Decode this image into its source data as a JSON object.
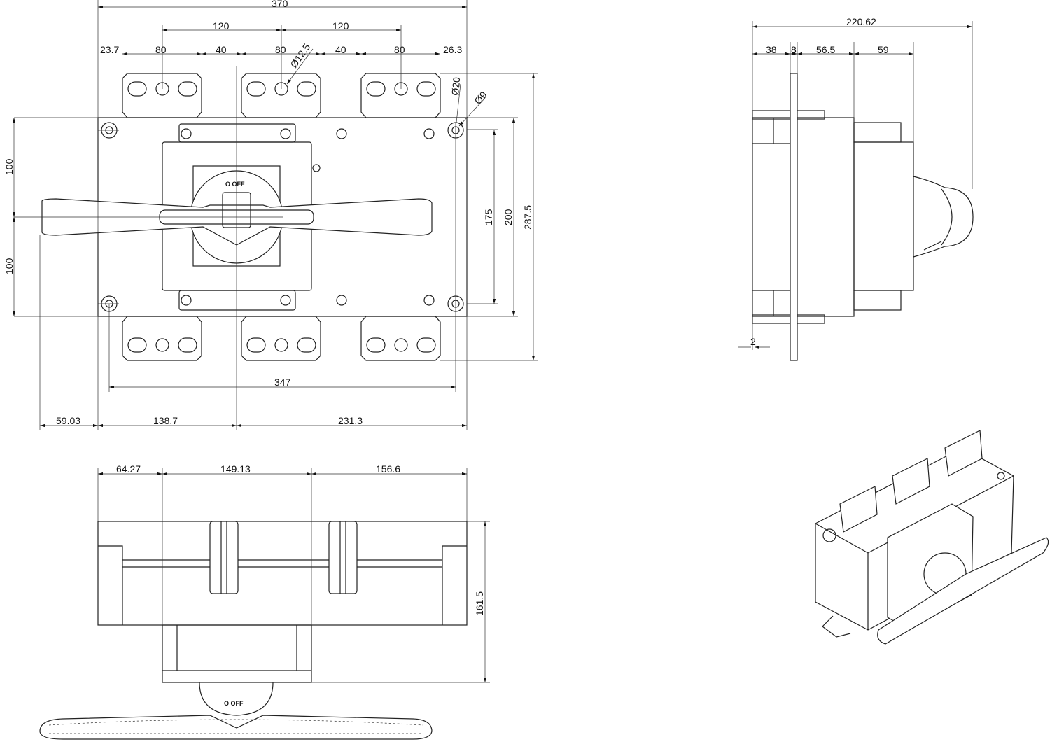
{
  "front_view": {
    "top": {
      "overall": "370",
      "pitch_1": "120",
      "pitch_2": "120",
      "left_margin": "23.7",
      "pad_1": "80",
      "gap_1": "40",
      "pad_2": "80",
      "gap_2": "40",
      "pad_3": "80",
      "right_margin": "26.3",
      "hole_dia": "Ø12.5",
      "boss_dia": "Ø20",
      "mount_hole_dia": "Ø9"
    },
    "left": {
      "upper": "100",
      "lower": "100"
    },
    "right": {
      "inner": "175",
      "mid": "200",
      "outer": "287.5"
    },
    "bottom": {
      "hole_spacing": "347",
      "handle_overhang": "59.03",
      "left_to_axis": "138.7",
      "axis_to_right": "231.3"
    },
    "off_label": "O OFF"
  },
  "side_view": {
    "overall": "220.62",
    "seg_1": "38",
    "seg_2": "8",
    "seg_3": "56.5",
    "seg_4": "59",
    "plate_offset": "2"
  },
  "bottom_view": {
    "seg_1": "64.27",
    "seg_2": "149.13",
    "seg_3": "156.6",
    "height": "161.5",
    "off_label": "O OFF"
  }
}
